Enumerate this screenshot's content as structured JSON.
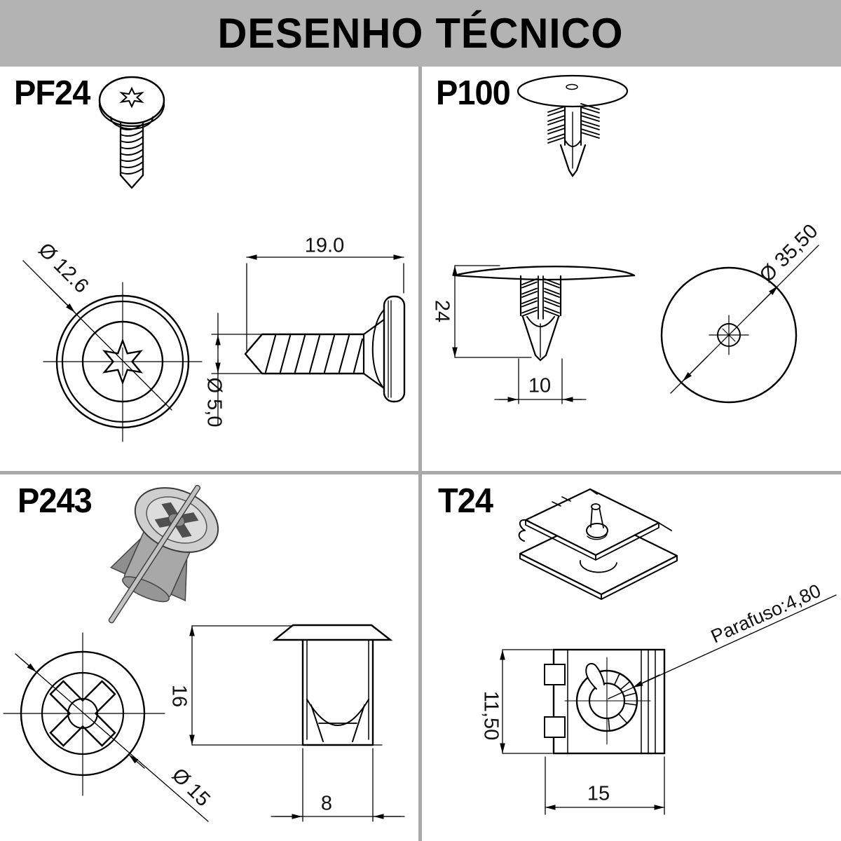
{
  "header": {
    "title": "DESENHO TÉCNICO"
  },
  "colors": {
    "header_bg": "#b3b3b3",
    "divider": "#a9a9a9",
    "line": "#000000"
  },
  "parts": {
    "pf24": {
      "label": "PF24",
      "dim_head_diameter": "Ø 12.6",
      "dim_length": "19.0",
      "dim_thread_diameter": "Ø 5,0"
    },
    "p100": {
      "label": "P100",
      "dim_height": "24",
      "dim_stem_width": "10",
      "dim_head_diameter": "Ø 35,50"
    },
    "p243": {
      "label": "P243",
      "dim_height": "16",
      "dim_flange_diameter": "Ø 15",
      "dim_body_width": "8"
    },
    "t24": {
      "label": "T24",
      "dim_height": "11,50",
      "dim_width": "15",
      "dim_screw_note": "Parafuso:4,80"
    }
  }
}
